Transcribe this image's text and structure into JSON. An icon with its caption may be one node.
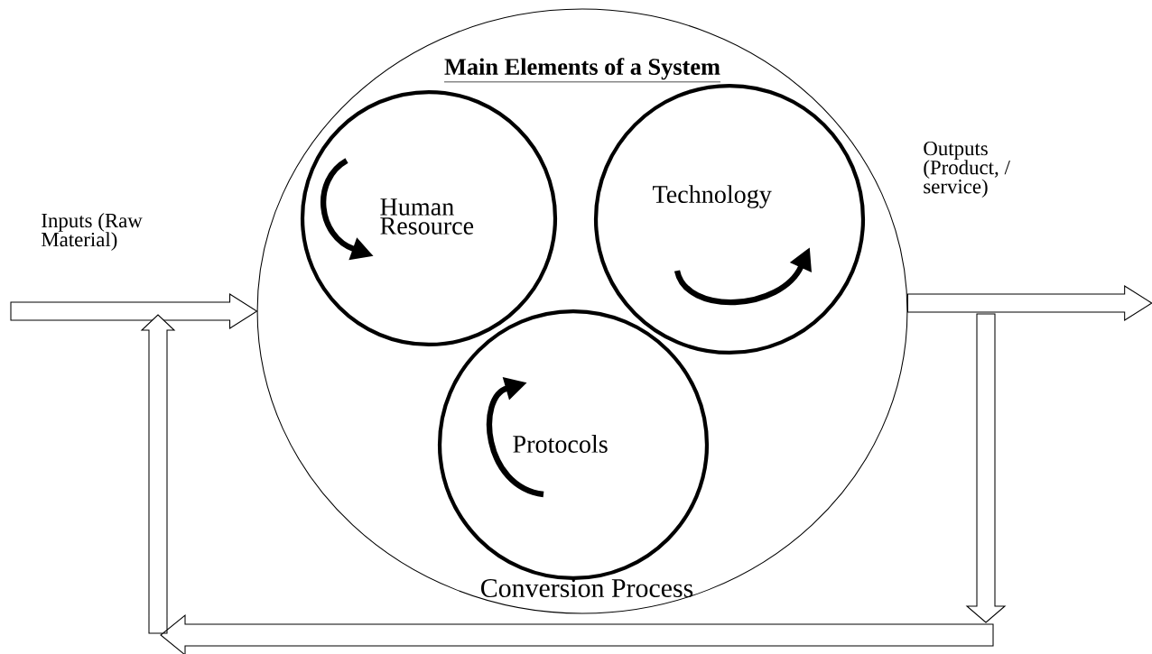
{
  "diagram": {
    "nodes": [
      {
        "text": [
          "Main Elements of a System",
          "Conversion Process"
        ]
      },
      {
        "text": [
          "Human Resource"
        ],
        "in": 0
      },
      {
        "text": [
          "Technology"
        ],
        "in": 0
      },
      {
        "text": [
          "Protocols"
        ],
        "in": 0
      },
      {
        "text": [
          "Inputs (Raw Material)"
        ]
      },
      {
        "text": [
          "Outputs (Product, / service)"
        ]
      }
    ],
    "edges": [
      {
        "from": 4,
        "to": 0,
        "arrow": "to"
      },
      {
        "from": 0,
        "to": 5,
        "arrow": "to"
      }
    ]
  }
}
